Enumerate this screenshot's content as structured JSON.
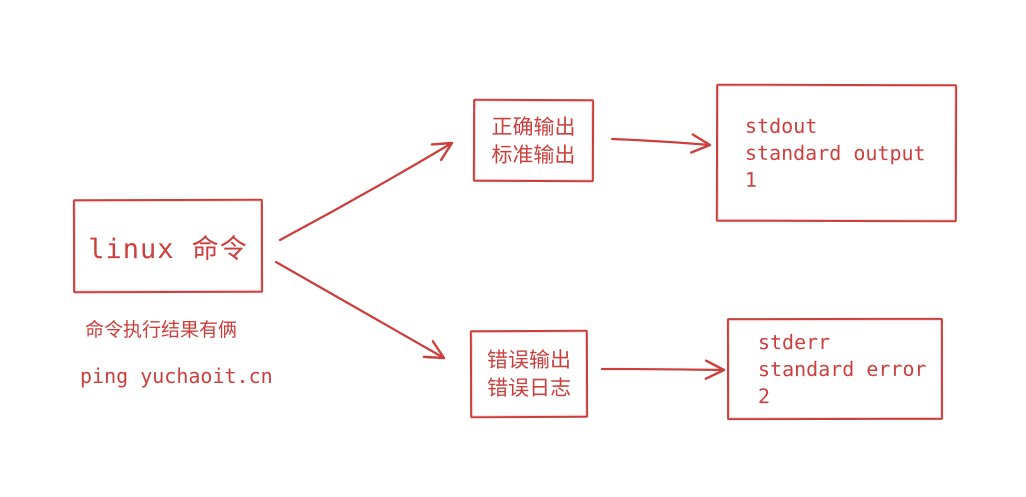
{
  "diagram": {
    "accent_color": "#cc3f3d",
    "background_color": "#ffffff",
    "nodes": {
      "linux_command": {
        "label": "linux 命令"
      },
      "stdout_label": {
        "line1": "正确输出",
        "line2": "标准输出"
      },
      "stderr_label": {
        "line1": "错误输出",
        "line2": "错误日志"
      },
      "stdout_detail": {
        "line1": "stdout",
        "line2": "standard output",
        "line3": "1"
      },
      "stderr_detail": {
        "line1": "stderr",
        "line2": "standard error",
        "line3": "2"
      }
    },
    "captions": {
      "result_note": "命令执行结果有俩",
      "example_command": "ping yuchaoit.cn"
    },
    "edges": [
      {
        "from": "linux_command",
        "to": "stdout_label"
      },
      {
        "from": "linux_command",
        "to": "stderr_label"
      },
      {
        "from": "stdout_label",
        "to": "stdout_detail"
      },
      {
        "from": "stderr_label",
        "to": "stderr_detail"
      }
    ]
  }
}
